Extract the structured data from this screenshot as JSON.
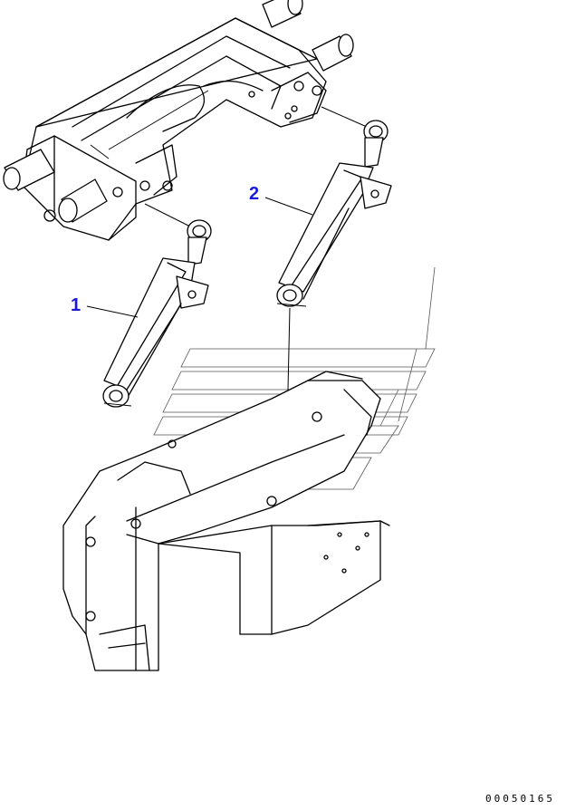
{
  "callouts": {
    "part1": "1",
    "part2": "2"
  },
  "drawing_number": "00050165",
  "colors": {
    "line": "#000000",
    "callout": "#1a1adc",
    "background": "#ffffff"
  }
}
